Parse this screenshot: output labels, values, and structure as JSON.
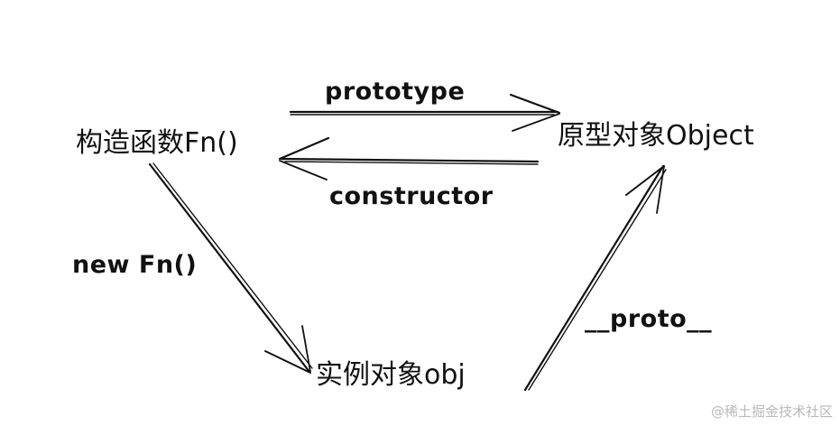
{
  "nodes": {
    "constructor_fn": "构造函数Fn()",
    "prototype_object": "原型对象Object",
    "instance_object": "实例对象obj"
  },
  "edges": {
    "prototype": "prototype",
    "constructor": "constructor",
    "new_fn": "new Fn()",
    "proto": "__proto__"
  },
  "watermark": "@稀土掘金技术社区",
  "colors": {
    "ink": "#111111",
    "background": "#ffffff",
    "watermark": "#b9b9b9"
  }
}
